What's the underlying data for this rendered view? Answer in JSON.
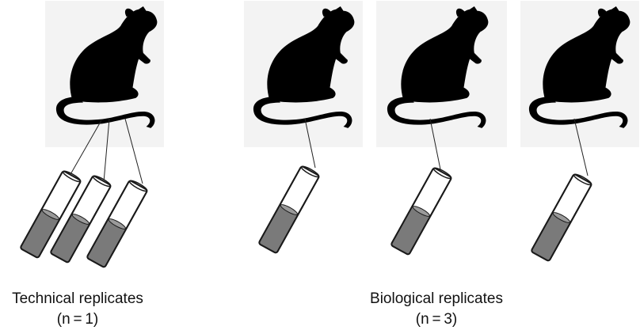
{
  "captions": {
    "technical": {
      "title": "Technical replicates",
      "n": "(n = 1)"
    },
    "biological": {
      "title": "Biological replicates",
      "n": "(n = 3)"
    }
  },
  "icons": {
    "animal": "rat-silhouette-icon",
    "sample": "test-tube-icon"
  },
  "colors": {
    "panel_background": "#f3f3f3",
    "silhouette": "#000000",
    "tube_fill": "#7a7a7a",
    "tube_outline": "#1a1a1a"
  }
}
